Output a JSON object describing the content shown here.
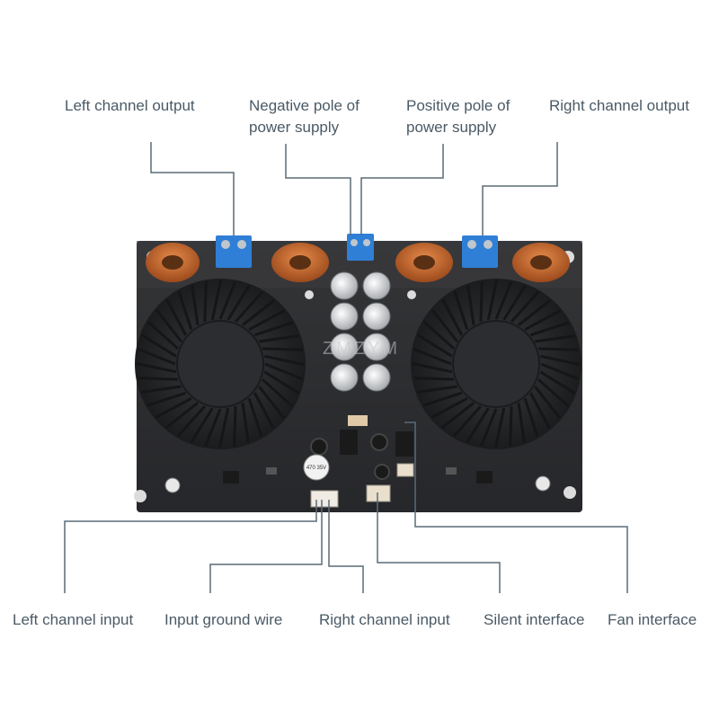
{
  "labels": {
    "left_channel_output": "Left channel output",
    "negative_pole": "Negative pole of power supply",
    "positive_pole": "Positive pole of power supply",
    "right_channel_output": "Right channel output",
    "left_channel_input": "Left channel input",
    "input_ground_wire": "Input ground wire",
    "right_channel_input": "Right channel input",
    "silent_interface": "Silent interface",
    "fan_interface": "Fan interface"
  },
  "brand_watermark": "ZMZYM",
  "capacitor_marking": "470 35V",
  "colors": {
    "leader_line": "#5a6b77",
    "label_text": "#4a5a66",
    "pcb": "#2a2b2d",
    "heatsink": "#1e1f21",
    "terminal": "#2f7fd6",
    "copper_coil": "#c8662c"
  }
}
